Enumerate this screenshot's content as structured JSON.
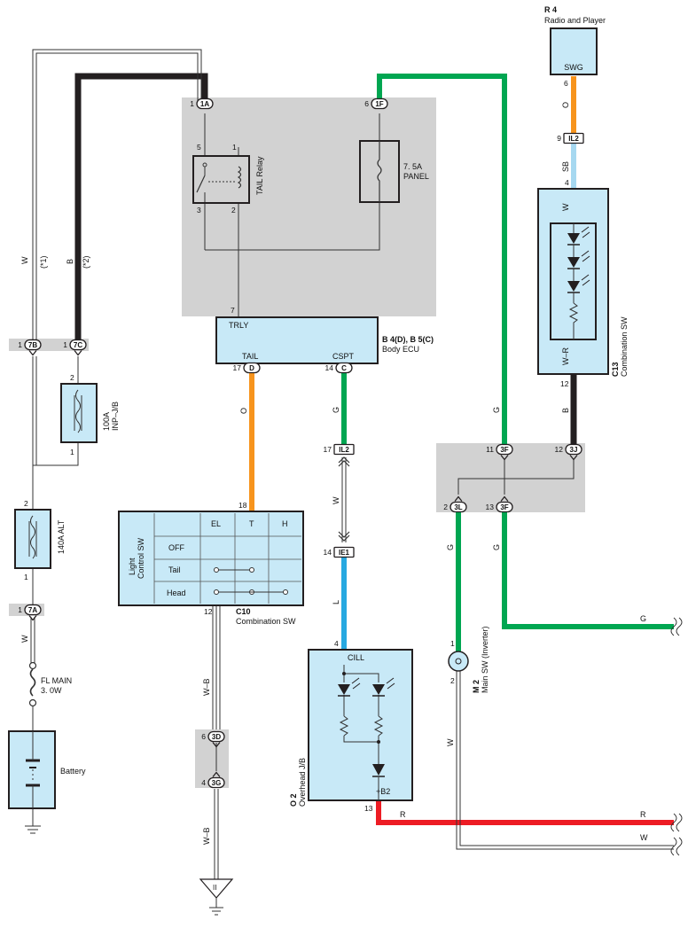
{
  "components": {
    "radio": {
      "ref": "R 4",
      "name": "Radio and Player",
      "terminal": "SWG",
      "pin": "6"
    },
    "tail_relay": {
      "name": "TAIL Relay",
      "pins": [
        "5",
        "1",
        "3",
        "2"
      ]
    },
    "panel_fuse": {
      "name": "7. 5A\nPANEL",
      "line1": "7. 5A",
      "line2": "PANEL"
    },
    "body_ecu": {
      "ref": "B 4(D), B 5(C)",
      "name": "Body ECU",
      "trly": "TRLY",
      "tail": "TAIL",
      "cspt": "CSPT",
      "pin_trly": "7"
    },
    "inp_jb": {
      "line1": "100A",
      "line2": "INP–J/B",
      "pin_top": "2",
      "pin_bottom": "1"
    },
    "alt_fuse": {
      "name": "140A ALT",
      "pin_top": "2",
      "pin_bottom": "1"
    },
    "fl_main": {
      "line1": "FL MAIN",
      "line2": "3. 0W"
    },
    "battery": {
      "name": "Battery"
    },
    "light_control": {
      "ref": "C10",
      "name": "Combination SW",
      "side_label_1": "Light",
      "side_label_2": "Control SW",
      "columns": [
        "EL",
        "T",
        "H"
      ],
      "rows": [
        "OFF",
        "Tail",
        "Head"
      ],
      "pin_top": "18",
      "pin_bottom": "12"
    },
    "combination_c13": {
      "ref": "C13",
      "name": "Combination SW",
      "pin_top": "4",
      "pin_bottom": "12"
    },
    "overhead_jb": {
      "ref": "O 2",
      "name": "Overhead J/B",
      "cill": "CILL",
      "b2": "+B2",
      "pin_top": "4",
      "pin_bottom": "13"
    },
    "main_sw": {
      "ref": "M 2",
      "name": "Main SW (Inverter)",
      "pin_top": "1",
      "pin_bottom": "2"
    }
  },
  "connectors": {
    "c1a": {
      "label": "1A",
      "pin": "1"
    },
    "c1f": {
      "label": "1F",
      "pin": "6"
    },
    "c7b": {
      "label": "7B",
      "pin": "1"
    },
    "c7c": {
      "label": "7C",
      "pin": "1"
    },
    "c7a": {
      "label": "7A",
      "pin": "1"
    },
    "cd": {
      "label": "D",
      "pin": "17"
    },
    "cc": {
      "label": "C",
      "pin": "14"
    },
    "il2_top": {
      "label": "IL2",
      "pin": "9"
    },
    "il2_mid": {
      "label": "IL2",
      "pin": "17"
    },
    "ie1": {
      "label": "IE1",
      "pin": "14"
    },
    "c3f_top": {
      "label": "3F",
      "pin": "11"
    },
    "c3j": {
      "label": "3J",
      "pin": "12"
    },
    "c3l": {
      "label": "3L",
      "pin": "2"
    },
    "c3f_bot": {
      "label": "3F",
      "pin": "13"
    },
    "c3d": {
      "label": "3D",
      "pin": "6"
    },
    "c3g": {
      "label": "3G",
      "pin": "4"
    }
  },
  "wire_labels": {
    "w": "W",
    "b": "B",
    "note1": "(*1)",
    "note2": "(*2)",
    "o_left": "O",
    "o_top": "O",
    "sb": "SB",
    "w_c13": "W",
    "wr": "W–R",
    "b_c13": "B",
    "g_ecu": "G",
    "g_mid": "G",
    "w_mid": "W",
    "l": "L",
    "g_3l": "G",
    "g_3f": "G",
    "g_right": "G",
    "w_alt": "W",
    "wb1": "W–B",
    "wb2": "W–B",
    "r_o2": "R",
    "r_right": "R",
    "w_ms": "W",
    "w_right": "W"
  },
  "ground_symbol": "II",
  "colors": {
    "orange": "#f7941d",
    "green": "#00a651",
    "black": "#231f20",
    "blue": "#27a9e1",
    "lightblue": "#a6d8f0",
    "red": "#ed1c24",
    "component_fill": "#c8e9f7",
    "junction_gray": "#d2d2d2"
  }
}
